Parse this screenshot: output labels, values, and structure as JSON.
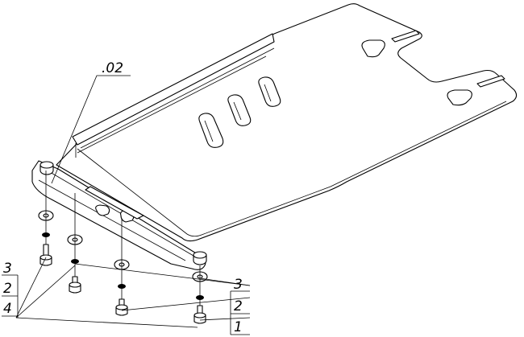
{
  "callouts": {
    "main_label": ".02",
    "left_stack": [
      "3",
      "2",
      "4"
    ],
    "right_stack": [
      "3",
      "2",
      "1"
    ]
  },
  "colors": {
    "line": "#000000",
    "background": "#ffffff"
  }
}
